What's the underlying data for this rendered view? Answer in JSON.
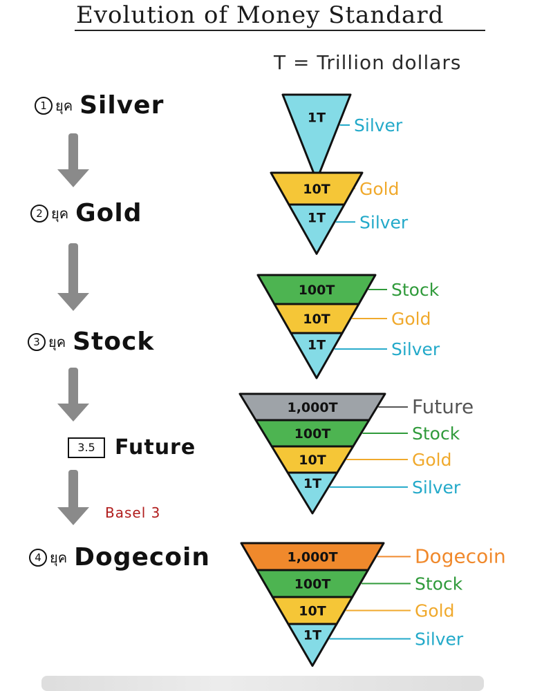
{
  "title": "Evolution of Money Standard",
  "legend_note": "T = Trillion dollars",
  "stages": [
    {
      "num": "1",
      "thai": "ยุค",
      "label": "Silver"
    },
    {
      "num": "2",
      "thai": "ยุค",
      "label": "Gold"
    },
    {
      "num": "3",
      "thai": "ยุค",
      "label": "Stock"
    },
    {
      "num": "3.5",
      "thai": "",
      "label": "Future"
    },
    {
      "num": "4",
      "thai": "ยุค",
      "label": "Dogecoin"
    }
  ],
  "basel_note": "Basel 3",
  "colors": {
    "silver": "#84dbe6",
    "gold": "#f5c637",
    "stock": "#4db451",
    "future": "#9ea3a8",
    "dogecoin": "#f0892c",
    "silver_text": "#22a9c9",
    "gold_text": "#f0a92c",
    "stock_text": "#2f9a3a",
    "future_text": "#555555",
    "dogecoin_text": "#f0892c",
    "arrow": "#8a8a8a",
    "basel": "#b01c1c"
  },
  "pyramids": [
    {
      "layers": [
        {
          "value": "1T",
          "label": "Silver",
          "color_key": "silver"
        }
      ]
    },
    {
      "layers": [
        {
          "value": "10T",
          "label": "Gold",
          "color_key": "gold"
        },
        {
          "value": "1T",
          "label": "Silver",
          "color_key": "silver"
        }
      ]
    },
    {
      "layers": [
        {
          "value": "100T",
          "label": "Stock",
          "color_key": "stock"
        },
        {
          "value": "10T",
          "label": "Gold",
          "color_key": "gold"
        },
        {
          "value": "1T",
          "label": "Silver",
          "color_key": "silver"
        }
      ]
    },
    {
      "layers": [
        {
          "value": "1,000T",
          "label": "Future",
          "color_key": "future"
        },
        {
          "value": "100T",
          "label": "Stock",
          "color_key": "stock"
        },
        {
          "value": "10T",
          "label": "Gold",
          "color_key": "gold"
        },
        {
          "value": "1T",
          "label": "Silver",
          "color_key": "silver"
        }
      ]
    },
    {
      "layers": [
        {
          "value": "1,000T",
          "label": "Dogecoin",
          "color_key": "dogecoin"
        },
        {
          "value": "100T",
          "label": "Stock",
          "color_key": "stock"
        },
        {
          "value": "10T",
          "label": "Gold",
          "color_key": "gold"
        },
        {
          "value": "1T",
          "label": "Silver",
          "color_key": "silver"
        }
      ]
    }
  ]
}
